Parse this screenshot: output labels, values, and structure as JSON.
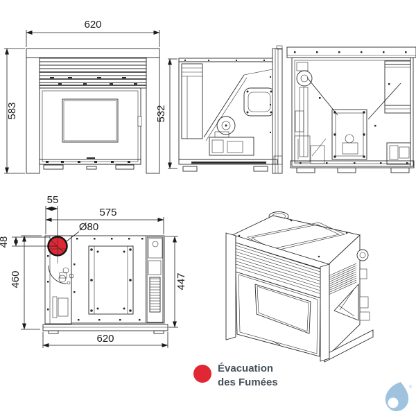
{
  "colors": {
    "line": "#2b2b2b",
    "smoke_red": "#e02733",
    "legend_text": "#47525c",
    "logo_blue": "#9fc3de"
  },
  "front_view": {
    "dim_width": "620",
    "dim_height": "583"
  },
  "side_view": {
    "dim_height": "532"
  },
  "top_view": {
    "dim_flue_offset_x": "55",
    "dim_body_width": "575",
    "dim_flue_diameter": "Ø80",
    "dim_flue_offset_y": "48",
    "dim_depth_left": "460",
    "dim_depth_right": "447",
    "dim_base_width": "620"
  },
  "legend": {
    "line1": "Évacuation",
    "line2": "des Fumées"
  },
  "logo": {
    "registered_mark": "®"
  }
}
